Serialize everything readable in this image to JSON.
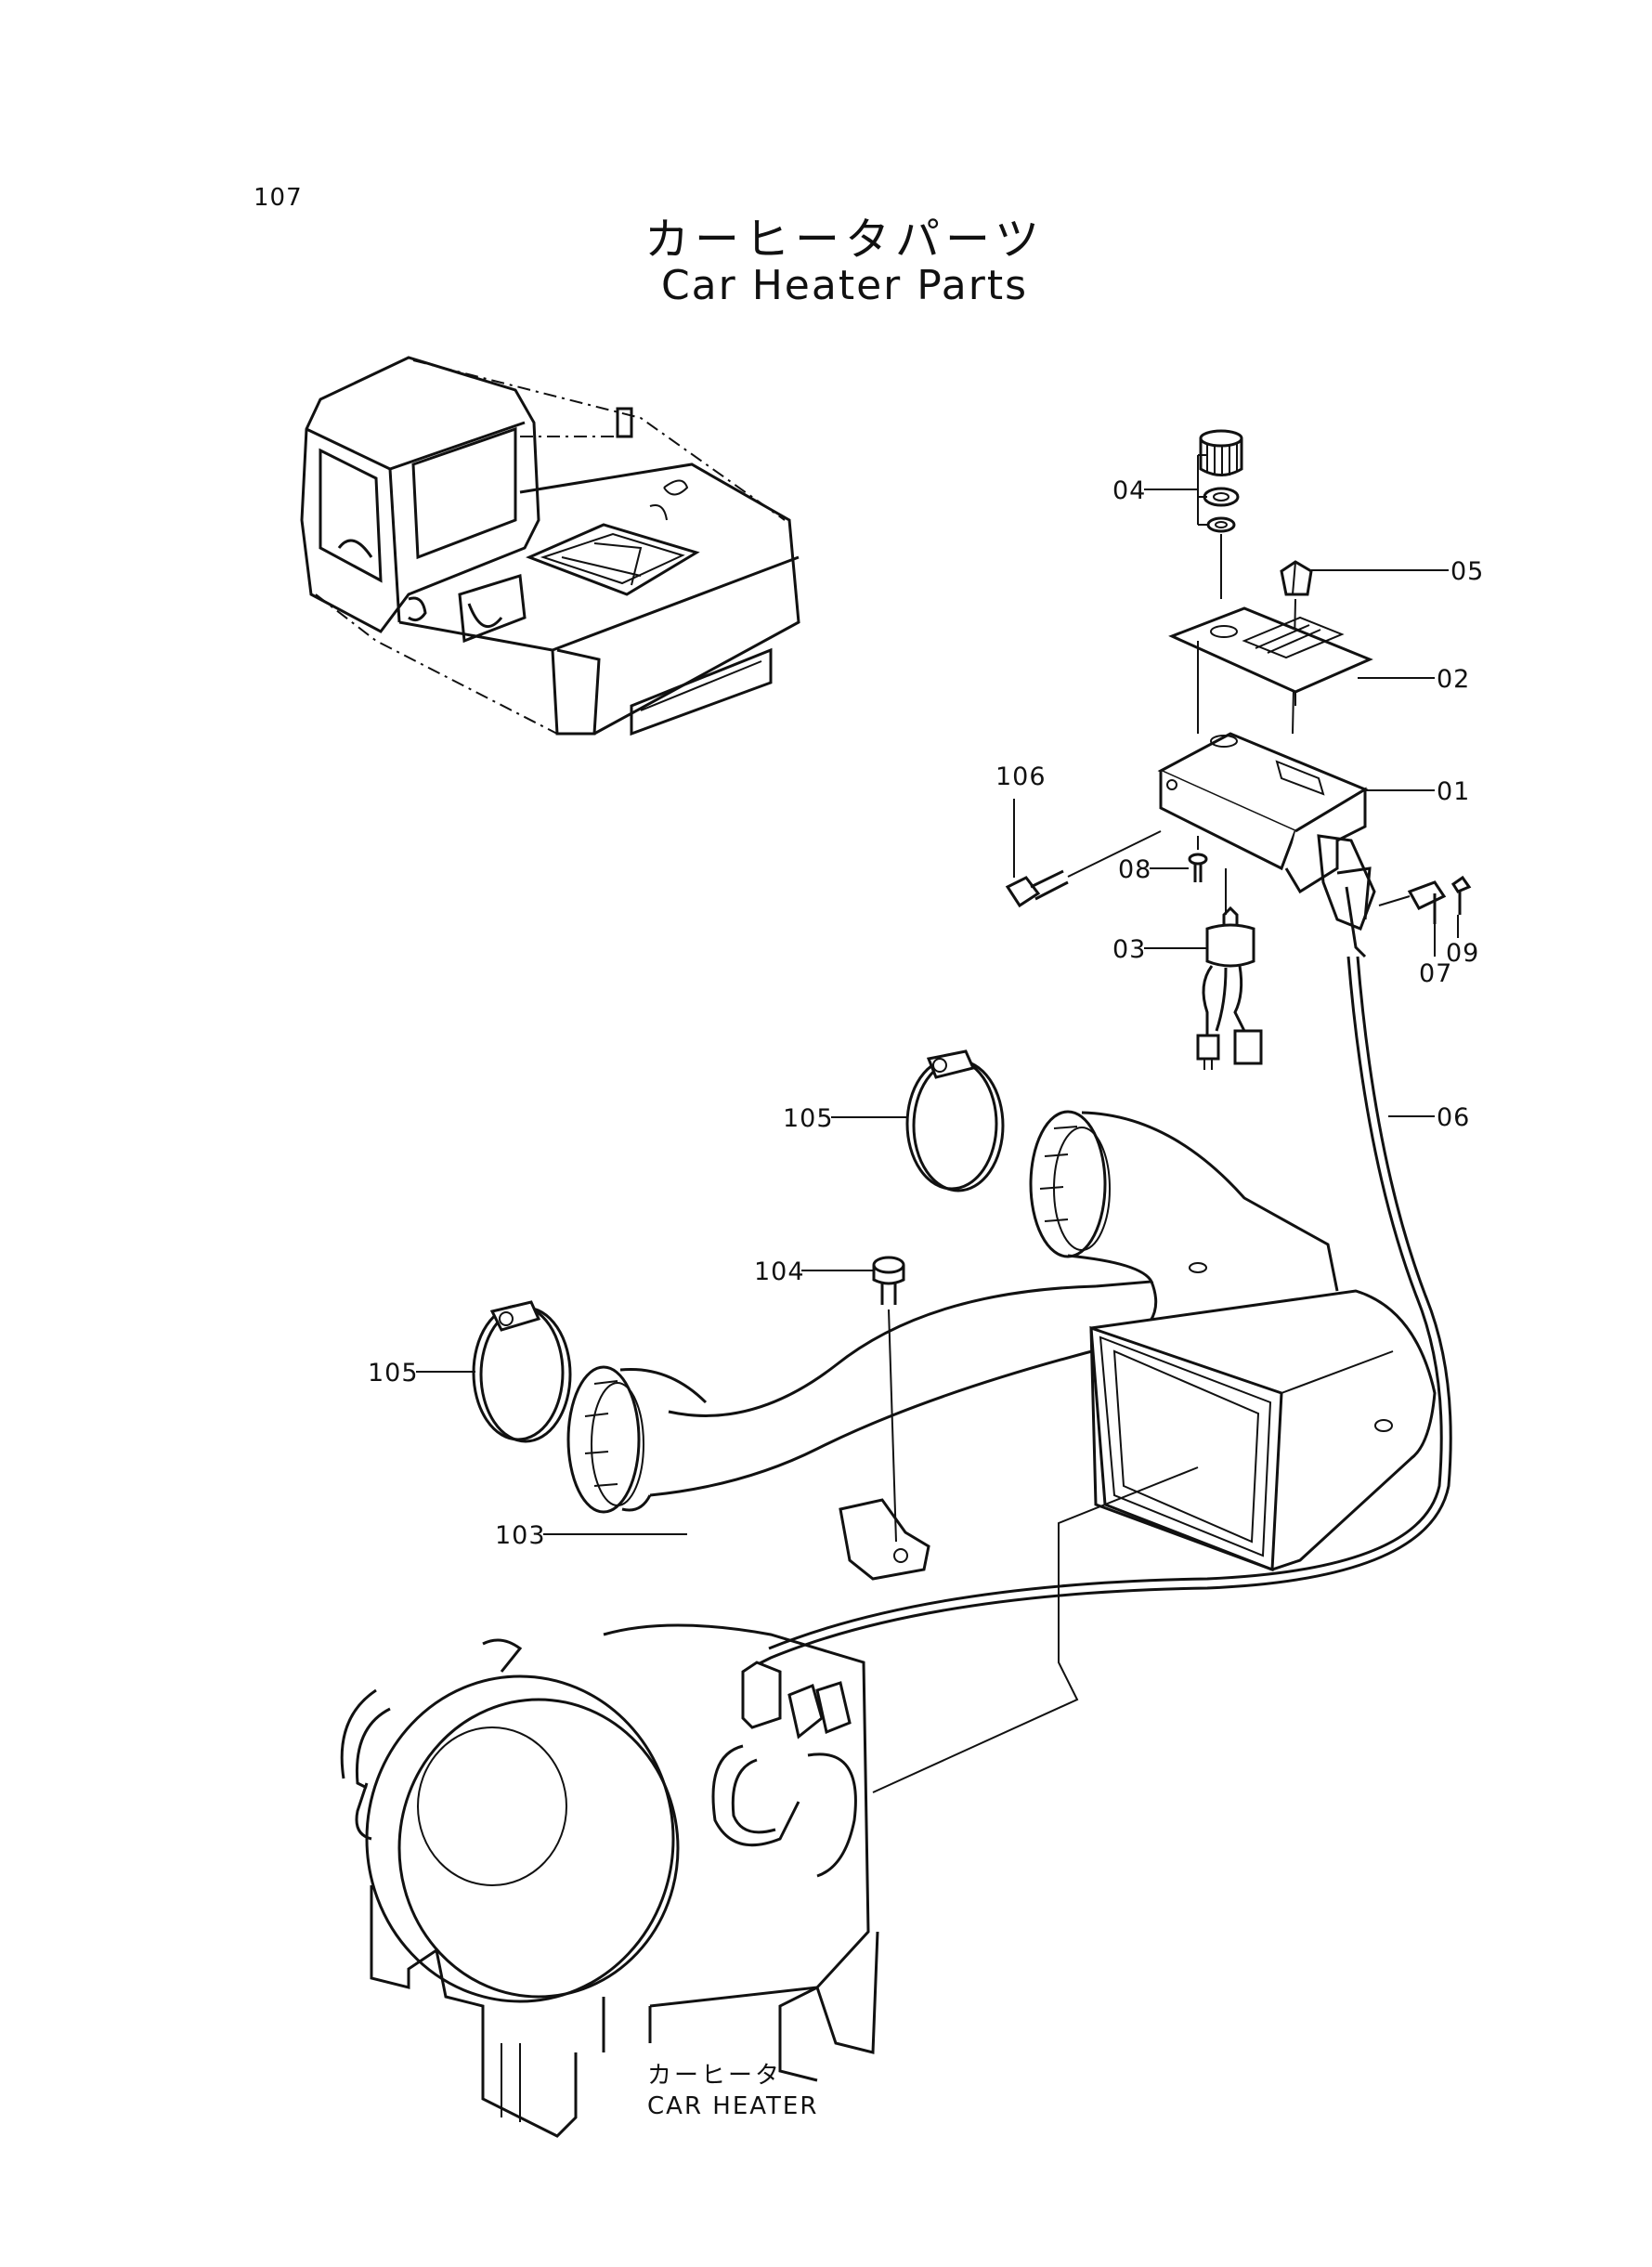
{
  "page": {
    "number": "107"
  },
  "title": {
    "japanese": "カーヒータパーツ",
    "english": "Car Heater Parts"
  },
  "callouts": [
    {
      "id": "04",
      "label": "04"
    },
    {
      "id": "05",
      "label": "05"
    },
    {
      "id": "02",
      "label": "02"
    },
    {
      "id": "01",
      "label": "01"
    },
    {
      "id": "106",
      "label": "106"
    },
    {
      "id": "08",
      "label": "08"
    },
    {
      "id": "03",
      "label": "03"
    },
    {
      "id": "07",
      "label": "07"
    },
    {
      "id": "09",
      "label": "09"
    },
    {
      "id": "06",
      "label": "06"
    },
    {
      "id": "105a",
      "label": "105"
    },
    {
      "id": "104",
      "label": "104"
    },
    {
      "id": "105b",
      "label": "105"
    },
    {
      "id": "103",
      "label": "103"
    }
  ],
  "heater_label": {
    "japanese": "カーヒータ",
    "english": "CAR HEATER"
  }
}
